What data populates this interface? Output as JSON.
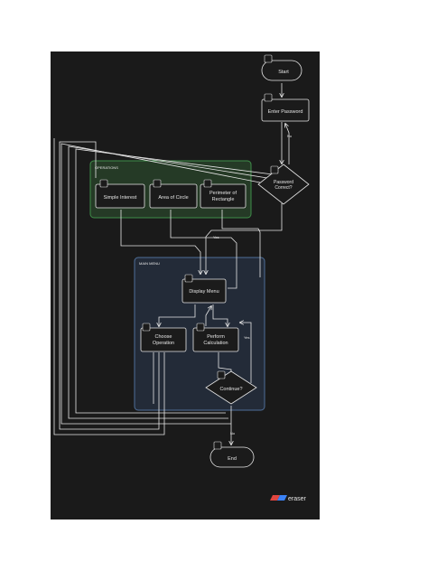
{
  "nodes": {
    "start": "Start",
    "enter_password": "Enter Password",
    "password_correct": [
      "Password",
      "Correct?"
    ],
    "display_menu": "Display Menu",
    "choose_operation": [
      "Choose",
      "Operation"
    ],
    "perform_calculation": [
      "Perform",
      "Calculation"
    ],
    "continue": "Continue?",
    "end": "End",
    "simple_interest": "Simple Interest",
    "area_of_circle": "Area of Circle",
    "perimeter_of_rectangle": [
      "Perimeter of",
      "Rectangle"
    ]
  },
  "groups": {
    "operations": "OPERATIONS",
    "main_menu": "MAIN MENU"
  },
  "edges": {
    "no_password": "No",
    "yes_password": "Yes",
    "yes_continue": "Yes",
    "no_continue": "No"
  },
  "brand": {
    "name": "eraser",
    "color": "#e0463f"
  },
  "colors": {
    "background": "#1a1a1a",
    "node_fill": "#1b1b1b",
    "stroke": "#e6e6e6",
    "operations_fill": "#253a26",
    "operations_stroke": "#3f8f49",
    "main_menu_fill": "#232b38",
    "main_menu_stroke": "#4f6f99"
  }
}
